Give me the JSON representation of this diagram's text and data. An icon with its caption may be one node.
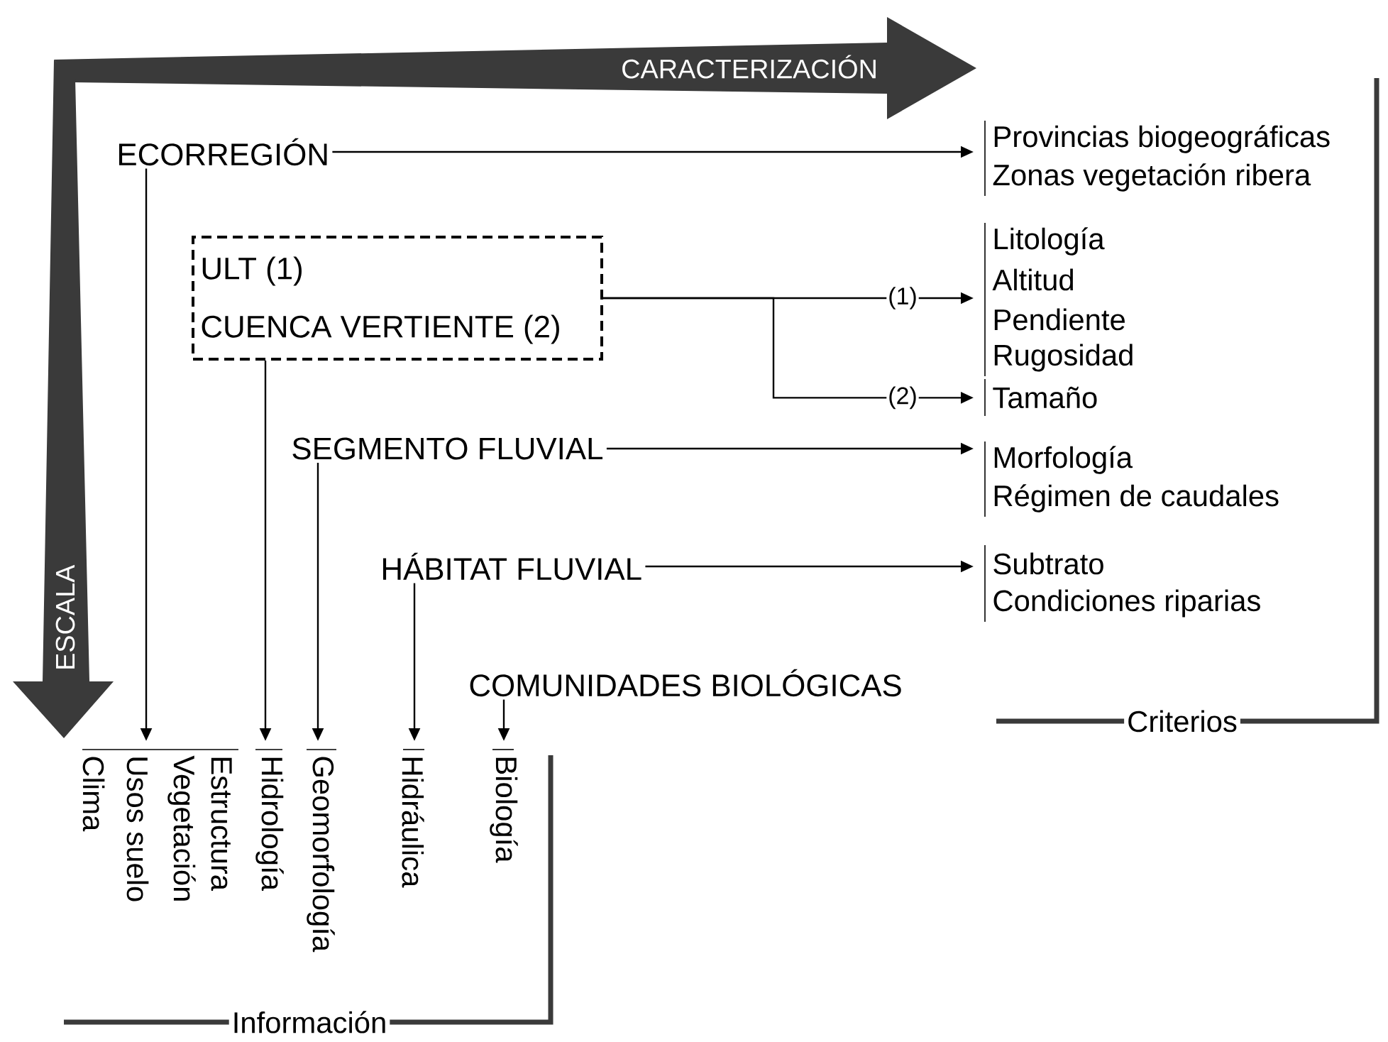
{
  "diagram": {
    "nodes": [
      {
        "text": [
          "ECORREGIÓN"
        ]
      },
      {
        "text": [
          "ULT (1)",
          "CUENCA VERTIENTE (2)"
        ]
      },
      {
        "text": [
          "SEGMENTO FLUVIAL"
        ]
      },
      {
        "text": [
          "HÁBITAT FLUVIAL"
        ]
      },
      {
        "text": [
          "COMUNIDADES BIOLÓGICAS"
        ]
      },
      {
        "text": [
          "Provincias biogeográficas",
          "Zonas vegetación ribera"
        ]
      },
      {
        "text": [
          "Litología",
          "Altitud",
          "Pendiente",
          "Rugosidad"
        ]
      },
      {
        "text": [
          "Tamaño"
        ]
      },
      {
        "text": [
          "Morfología",
          "Régimen de caudales"
        ]
      },
      {
        "text": [
          "Subtrato",
          "Condiciones riparias"
        ]
      },
      {
        "text": [
          "Clima",
          "Usos suelo",
          "Vegetación",
          "Estructura"
        ]
      },
      {
        "text": [
          "Hidrología"
        ]
      },
      {
        "text": [
          "Geomorfología"
        ]
      },
      {
        "text": [
          "Hidráulica"
        ]
      },
      {
        "text": [
          "Biología"
        ]
      }
    ],
    "edges": [
      {
        "from": 0,
        "to": 5,
        "arrow": "to"
      },
      {
        "from": 1,
        "to": 6,
        "arrow": "to",
        "label": "(1)"
      },
      {
        "from": 1,
        "to": 7,
        "arrow": "to",
        "label": "(2)"
      },
      {
        "from": 2,
        "to": 8,
        "arrow": "to"
      },
      {
        "from": 3,
        "to": 9,
        "arrow": "to"
      },
      {
        "from": 0,
        "to": 10,
        "arrow": "to"
      },
      {
        "from": 1,
        "to": 11,
        "arrow": "to"
      },
      {
        "from": 2,
        "to": 12,
        "arrow": "to"
      },
      {
        "from": 3,
        "to": 13,
        "arrow": "to"
      },
      {
        "from": 4,
        "to": 14,
        "arrow": "to"
      }
    ],
    "labels": [
      "CARACTERIZACIÓN",
      "ESCALA",
      "Criterios",
      "Información"
    ]
  }
}
